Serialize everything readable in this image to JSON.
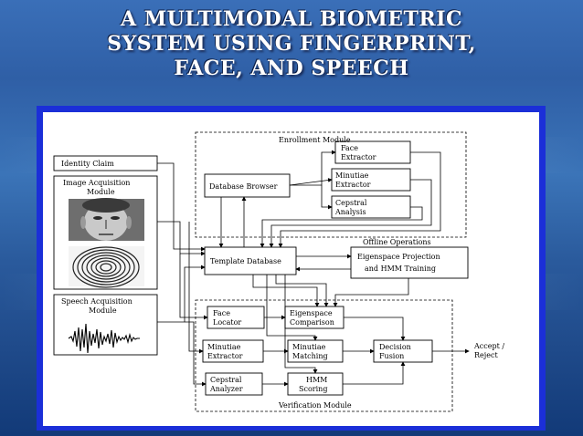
{
  "slide": {
    "title_lines": [
      "A MULTIMODAL BIOMETRIC",
      "SYSTEM USING FINGERPRINT,",
      "FACE, AND SPEECH"
    ]
  },
  "diagram": {
    "enrollment_module": "Enrollment Module",
    "verification_module": "Verification Module",
    "identity_claim": "Identity Claim",
    "image_acquisition": [
      "Image Acquisition",
      "Module"
    ],
    "speech_acquisition": [
      "Speech Acquisition",
      "Module"
    ],
    "database_browser": "Database Browser",
    "face_extractor": [
      "Face",
      "Extractor"
    ],
    "minutiae_extractor_enroll": [
      "Minutiae",
      "Extractor"
    ],
    "cepstral_analysis": [
      "Cepstral",
      "Analysis"
    ],
    "template_database": "Template Database",
    "offline_operations": "Offline  Operations",
    "eigenspace_projection": [
      "Eigenspace Projection",
      "and HMM Training"
    ],
    "face_locator": [
      "Face",
      "Locator"
    ],
    "eigenspace_comparison": [
      "Eigenspace",
      "Comparison"
    ],
    "minutiae_extractor_verify": [
      "Minutiae",
      "Extractor"
    ],
    "minutiae_matching": [
      "Minutiae",
      "Matching"
    ],
    "decision_fusion": [
      "Decision",
      "Fusion"
    ],
    "cepstral_analyzer": [
      "Cepstral",
      "Analyzer"
    ],
    "hmm_scoring": [
      "HMM",
      "Scoring"
    ],
    "output": [
      "Accept /",
      "Reject"
    ]
  },
  "colors": {
    "frame": "#1b2fd8",
    "title_text": "#ffffff"
  }
}
